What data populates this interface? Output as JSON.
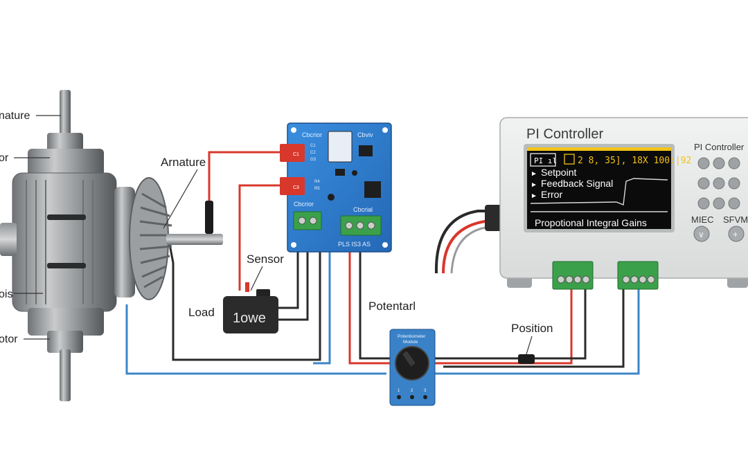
{
  "motor_labels": {
    "armature": "nature",
    "stator_top": "or",
    "poles": "ois",
    "rotor": "otor"
  },
  "labels": {
    "armature2": "Arnature",
    "sensor": "Sensor",
    "load": "Load",
    "potentiometer": "Potentarl",
    "position": "Position"
  },
  "load_box": {
    "text": "1owe"
  },
  "driver_board": {
    "top_left": "Cbcrior",
    "top_right": "Cbviv",
    "terminal_left": "Cbcrior",
    "terminal_right": "Cbcrial",
    "bottom": "PLS IS3 AS",
    "chip_labels": [
      "C1",
      "C2",
      "G3",
      "R4",
      "R5"
    ],
    "relay_labels": [
      "C1",
      "C3"
    ]
  },
  "pot_module": {
    "title_line1": "Potentiometer",
    "title_line2": "Module",
    "pins": [
      "1",
      "2",
      "3"
    ]
  },
  "controller": {
    "title": "PI Controller",
    "side_label": "PI Controller",
    "screen": {
      "badge1": "PI ıl",
      "readout": "2 8, 35], 18X 100:|92",
      "items": [
        "Setpoint",
        "Feedback Signal",
        "Error"
      ],
      "footer": "Propotional  Integral Gains"
    },
    "knob_labels": [
      "MIEC",
      "SFVM"
    ],
    "knob_symbols": [
      "∨",
      "+"
    ]
  },
  "colors": {
    "board": "#2f7fd0",
    "wire_red": "#d8372c",
    "wire_black": "#2a2a2a",
    "wire_blue": "#3c86c8",
    "terminal_green": "#3aa04a",
    "screen_bg": "#0b0b0b",
    "screen_accent": "#f2c318",
    "controller_body": "#e9eaea"
  }
}
